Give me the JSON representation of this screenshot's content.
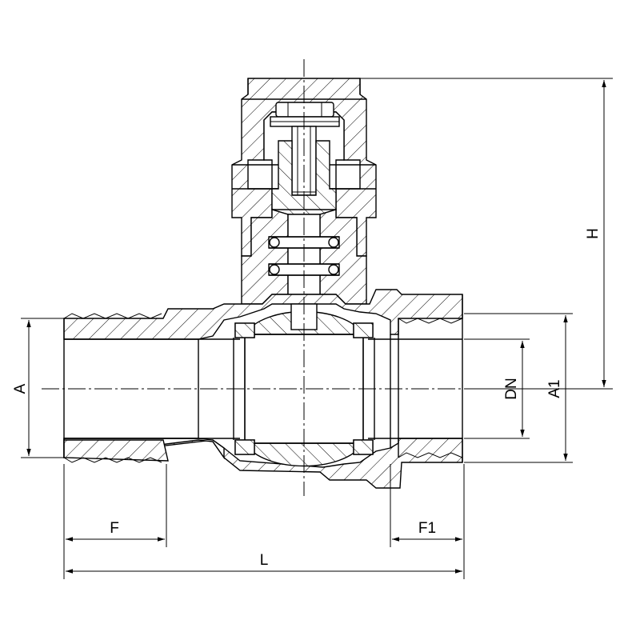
{
  "dimensions": {
    "height": "H",
    "dn": "DN",
    "a1": "A1",
    "a": "A",
    "f": "F",
    "f1": "F1",
    "length": "L"
  },
  "colors": {
    "line": "#000000",
    "background": "#ffffff"
  }
}
